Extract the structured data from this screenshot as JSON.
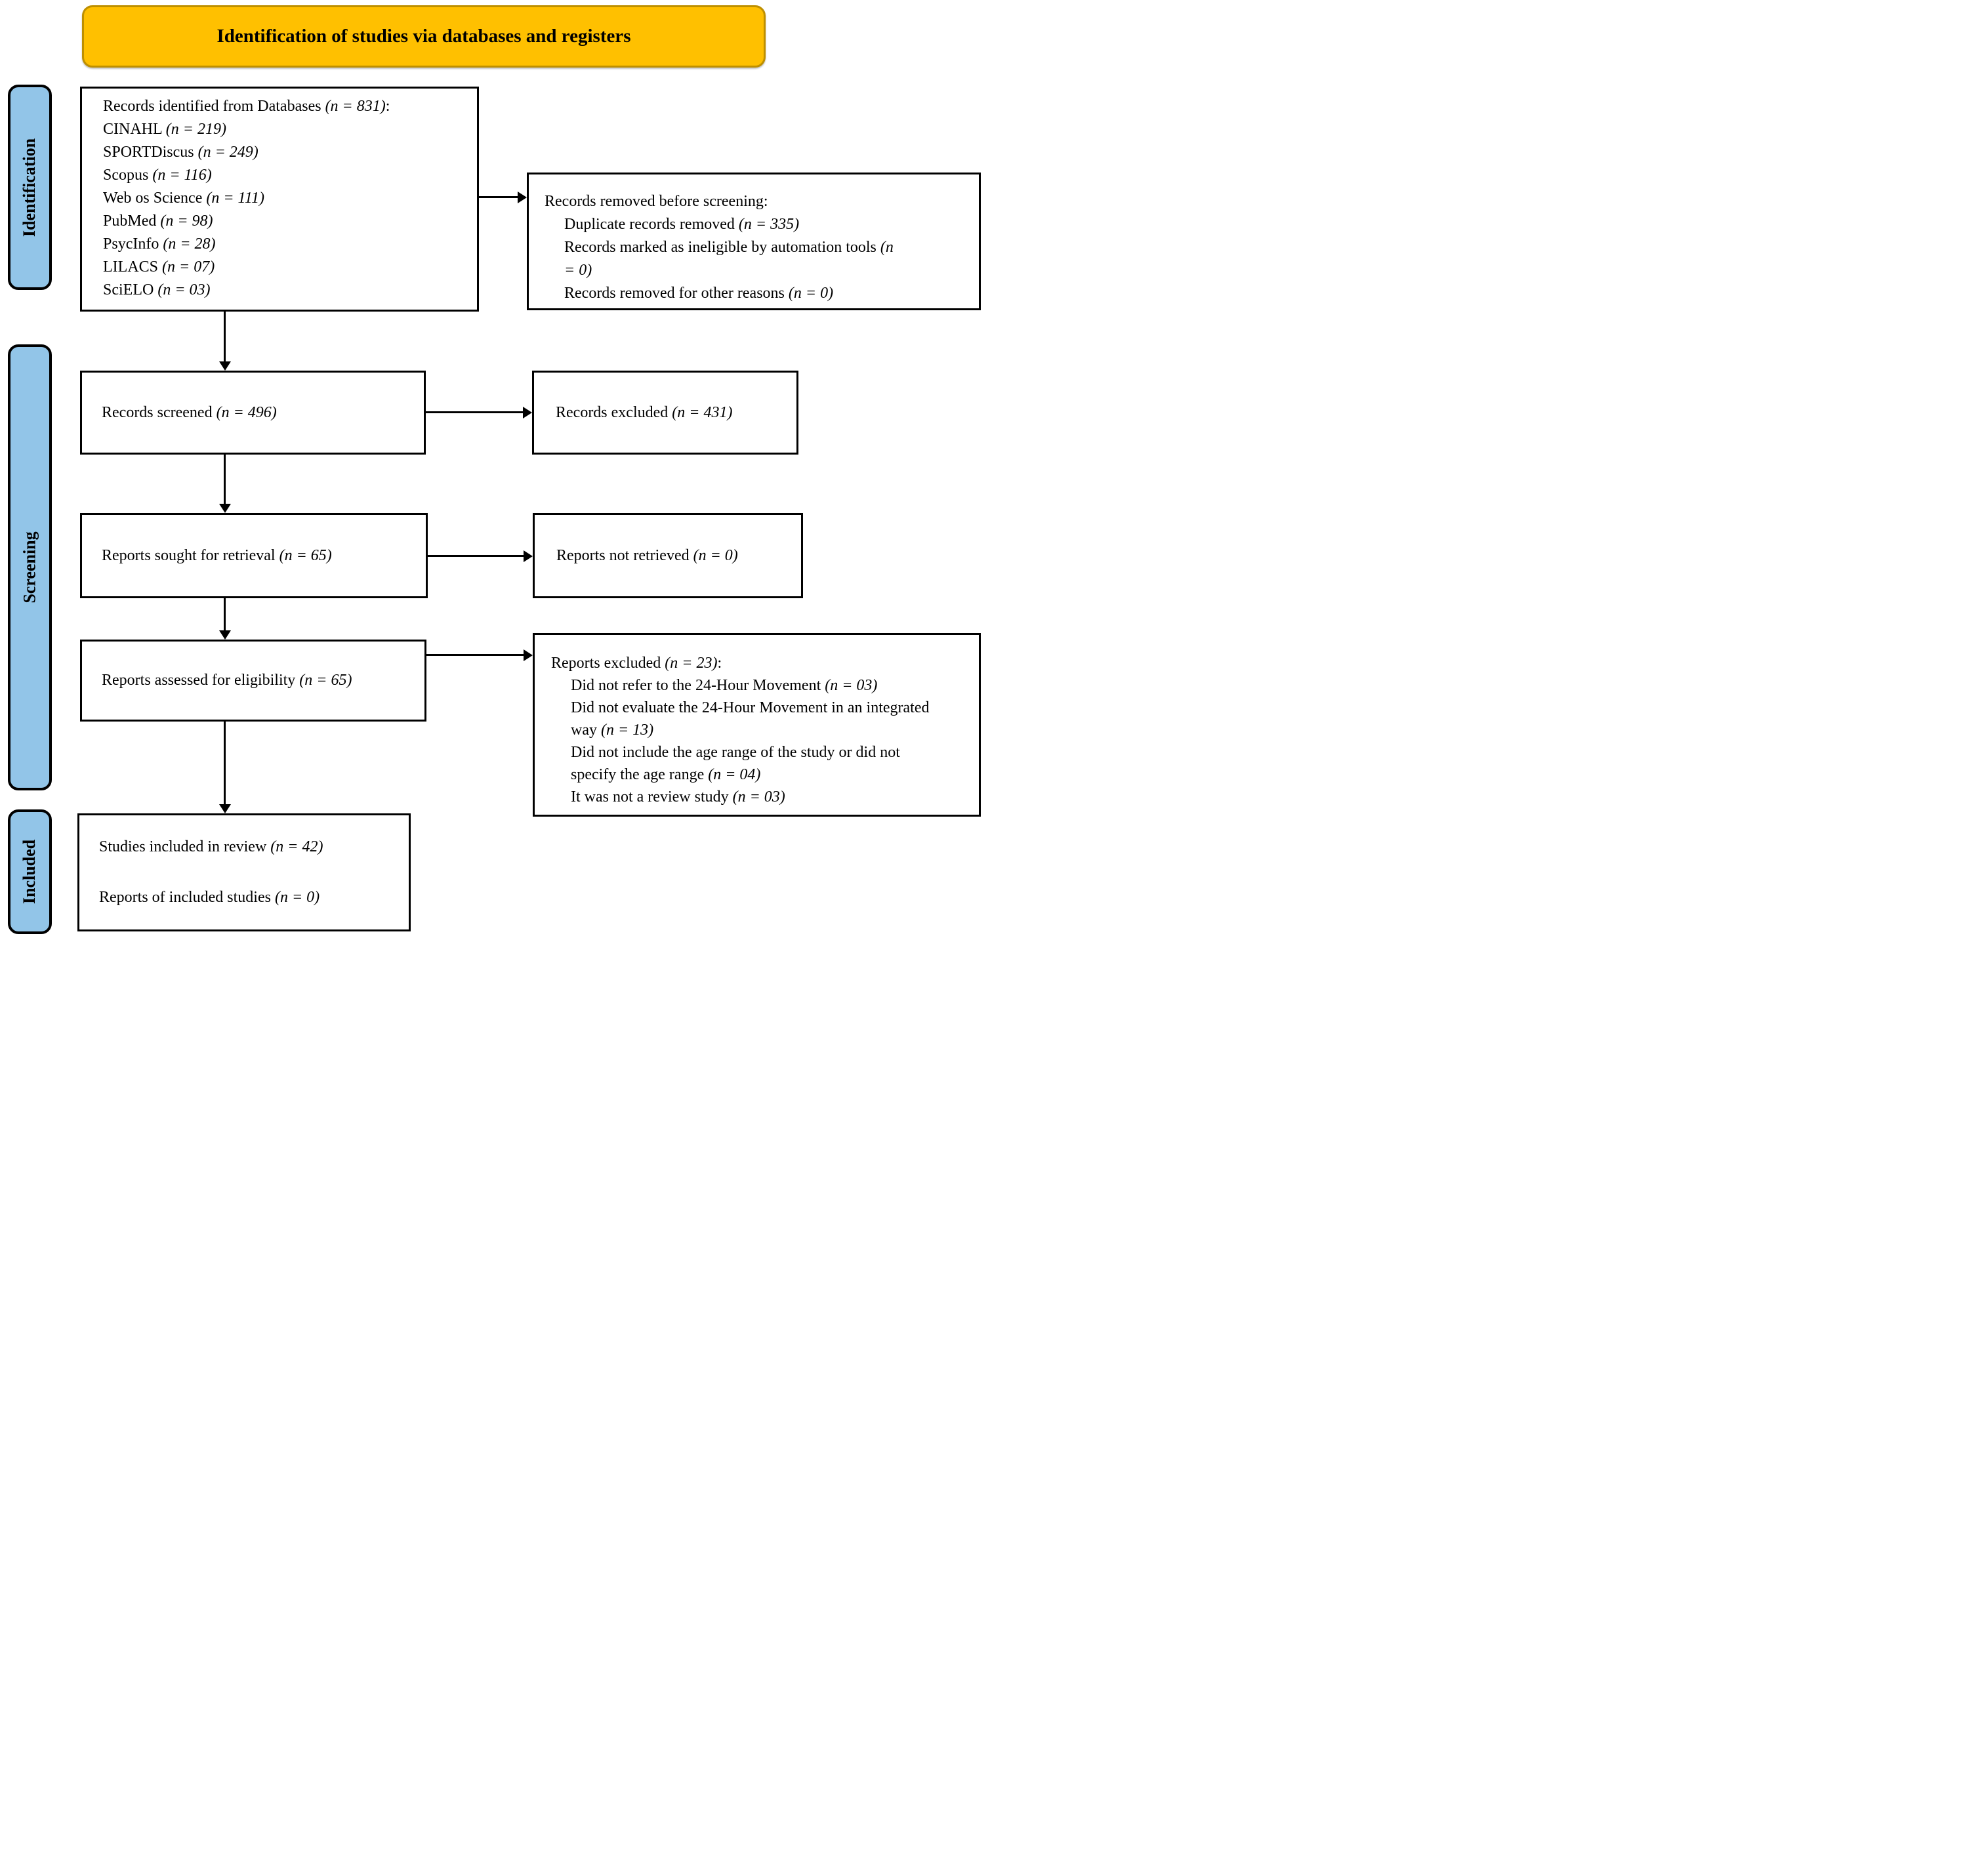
{
  "title": "Identification of studies via databases and registers",
  "colors": {
    "banner_fill": "#FFC000",
    "banner_border": "#BE8F00",
    "stage_fill": "#92C5E8"
  },
  "stages": [
    {
      "label": "Identification"
    },
    {
      "label": "Screening"
    },
    {
      "label": "Included"
    }
  ],
  "boxes": {
    "records_identified": {
      "lines": [
        {
          "text": "Records identified from Databases (n = 831):",
          "indent": 0
        },
        {
          "text": "CINAHL (n = 219)",
          "indent": 0
        },
        {
          "text": "SPORTDiscus (n = 249)",
          "indent": 0
        },
        {
          "text": "Scopus (n = 116)",
          "indent": 0
        },
        {
          "text": "Web os Science (n = 111)",
          "indent": 0
        },
        {
          "text": "PubMed (n = 98)",
          "indent": 0
        },
        {
          "text": "PsycInfo (n = 28)",
          "indent": 0
        },
        {
          "text": "LILACS (n = 07)",
          "indent": 0
        },
        {
          "text": "SciELO (n = 03)",
          "indent": 0
        }
      ]
    },
    "records_removed": {
      "lines": [
        {
          "text": "Records removed before screening:",
          "indent": 0
        },
        {
          "text": "Duplicate records removed (n = 335)",
          "indent": 1
        },
        {
          "text": "Records marked as ineligible by automation tools (n = 0)",
          "indent": 1
        },
        {
          "text": "Records removed for other reasons (n = 0)",
          "indent": 1
        }
      ]
    },
    "records_screened": {
      "lines": [
        {
          "text": "Records screened (n = 496)",
          "indent": 0
        }
      ]
    },
    "records_excluded": {
      "lines": [
        {
          "text": "Records excluded (n = 431)",
          "indent": 0
        }
      ]
    },
    "reports_sought": {
      "lines": [
        {
          "text": "Reports sought for retrieval (n = 65)",
          "indent": 0
        }
      ]
    },
    "reports_not_retrieved": {
      "lines": [
        {
          "text": "Reports not retrieved (n = 0)",
          "indent": 0
        }
      ]
    },
    "reports_assessed": {
      "lines": [
        {
          "text": "Reports assessed for eligibility (n = 65)",
          "indent": 0
        }
      ]
    },
    "reports_excluded": {
      "lines": [
        {
          "text": "Reports excluded (n = 23):",
          "indent": 0
        },
        {
          "text": "Did not refer to the 24-Hour Movement (n = 03)",
          "indent": 1
        },
        {
          "text": "Did not evaluate the 24-Hour Movement in an integrated way (n = 13)",
          "indent": 1
        },
        {
          "text": "Did not include the age range of the study or did not specify the age range (n = 04)",
          "indent": 1
        },
        {
          "text": "It was not a review study (n = 03)",
          "indent": 1
        }
      ]
    },
    "studies_included": {
      "lines": [
        {
          "text": "Studies included in review (n = 42)",
          "indent": 0
        },
        {
          "text": "Reports of included studies (n = 0)",
          "indent": 0
        }
      ]
    }
  }
}
